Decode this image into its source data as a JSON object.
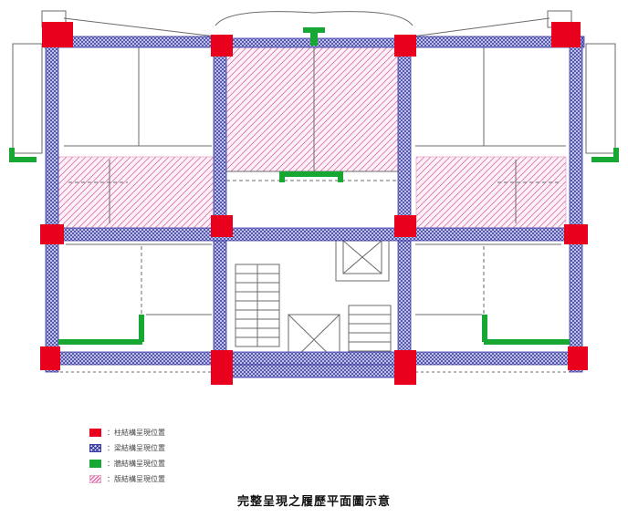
{
  "legend": {
    "items": [
      {
        "label": "：柱結構呈現位置",
        "color": "#e8001c"
      },
      {
        "label": "：梁結構呈現位置",
        "color": "#3b3fa8"
      },
      {
        "label": "：牆結構呈現位置",
        "color": "#16a832"
      },
      {
        "label": "：版結構呈現位置",
        "color": "#d5589a"
      }
    ]
  },
  "caption": "完整呈現之履歷平面圖示意",
  "colors": {
    "column": "#e8001c",
    "beam": "#3b3fa8",
    "wall": "#16a832",
    "slab": "#d5589a",
    "line": "#6b6b6b"
  }
}
